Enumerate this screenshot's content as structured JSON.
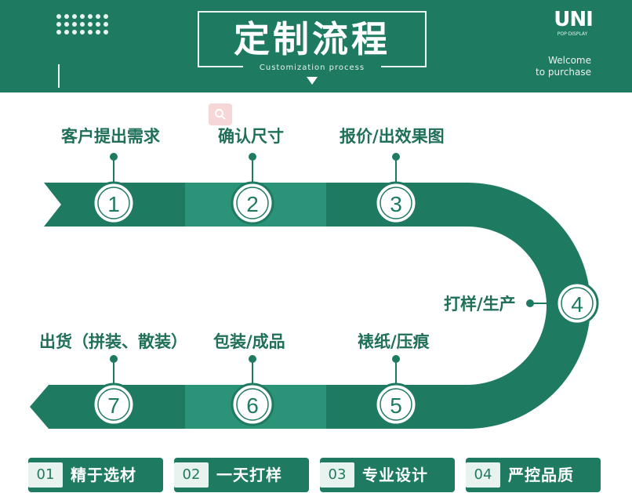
{
  "header": {
    "title": "定制流程",
    "subtitle": "Customization process",
    "logo": "UNI",
    "logo_sub": "POP·DISPLAY",
    "welcome_line1": "Welcome",
    "welcome_line2": "to purchase"
  },
  "steps": [
    {
      "number": "1",
      "label": "客户提出需求"
    },
    {
      "number": "2",
      "label": "确认尺寸"
    },
    {
      "number": "3",
      "label": "报价/出效果图"
    },
    {
      "number": "4",
      "label": "打样/生产"
    },
    {
      "number": "5",
      "label": "裱纸/压痕"
    },
    {
      "number": "6",
      "label": "包装/成品"
    },
    {
      "number": "7",
      "label": "出货（拼装、散装）"
    }
  ],
  "features": [
    {
      "number": "01",
      "label": "精于选材"
    },
    {
      "number": "02",
      "label": "一天打样"
    },
    {
      "number": "03",
      "label": "专业设计"
    },
    {
      "number": "04",
      "label": "严控品质"
    }
  ],
  "colors": {
    "primary": "#1f7a62",
    "light_teal": "#2a9378",
    "pale": "#e8f3ef"
  },
  "icons": {
    "search": "search-icon"
  }
}
